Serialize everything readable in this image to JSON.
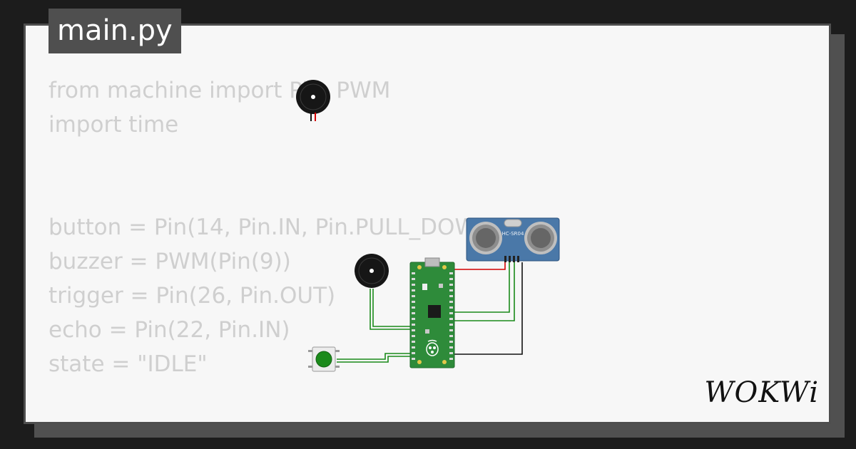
{
  "file_tab": {
    "label": "main.py"
  },
  "code_lines": [
    "from machine import Pin, PWM",
    "import time",
    "",
    "",
    "button = Pin(14, Pin.IN, Pin.PULL_DOWN)",
    "buzzer = PWM(Pin(9))",
    "trigger = Pin(26, Pin.OUT)",
    "echo = Pin(22, Pin.IN)",
    "state = \"IDLE\""
  ],
  "sensor": {
    "label": "HC-SR04"
  },
  "brand": {
    "logo": "WOKWi"
  },
  "colors": {
    "background": "#1c1c1c",
    "card": "#f7f7f7",
    "tab": "#4f4f4f",
    "code_text": "#cfcfcf",
    "pcb_green": "#2e8b3a",
    "wire_green": "#1a8a1a",
    "wire_red": "#d40000",
    "sensor_blue": "#4a78a8"
  },
  "icons": [
    "buzzer-icon",
    "raspberry-pi-pico-board",
    "ultrasonic-sensor",
    "pushbutton-icon"
  ]
}
